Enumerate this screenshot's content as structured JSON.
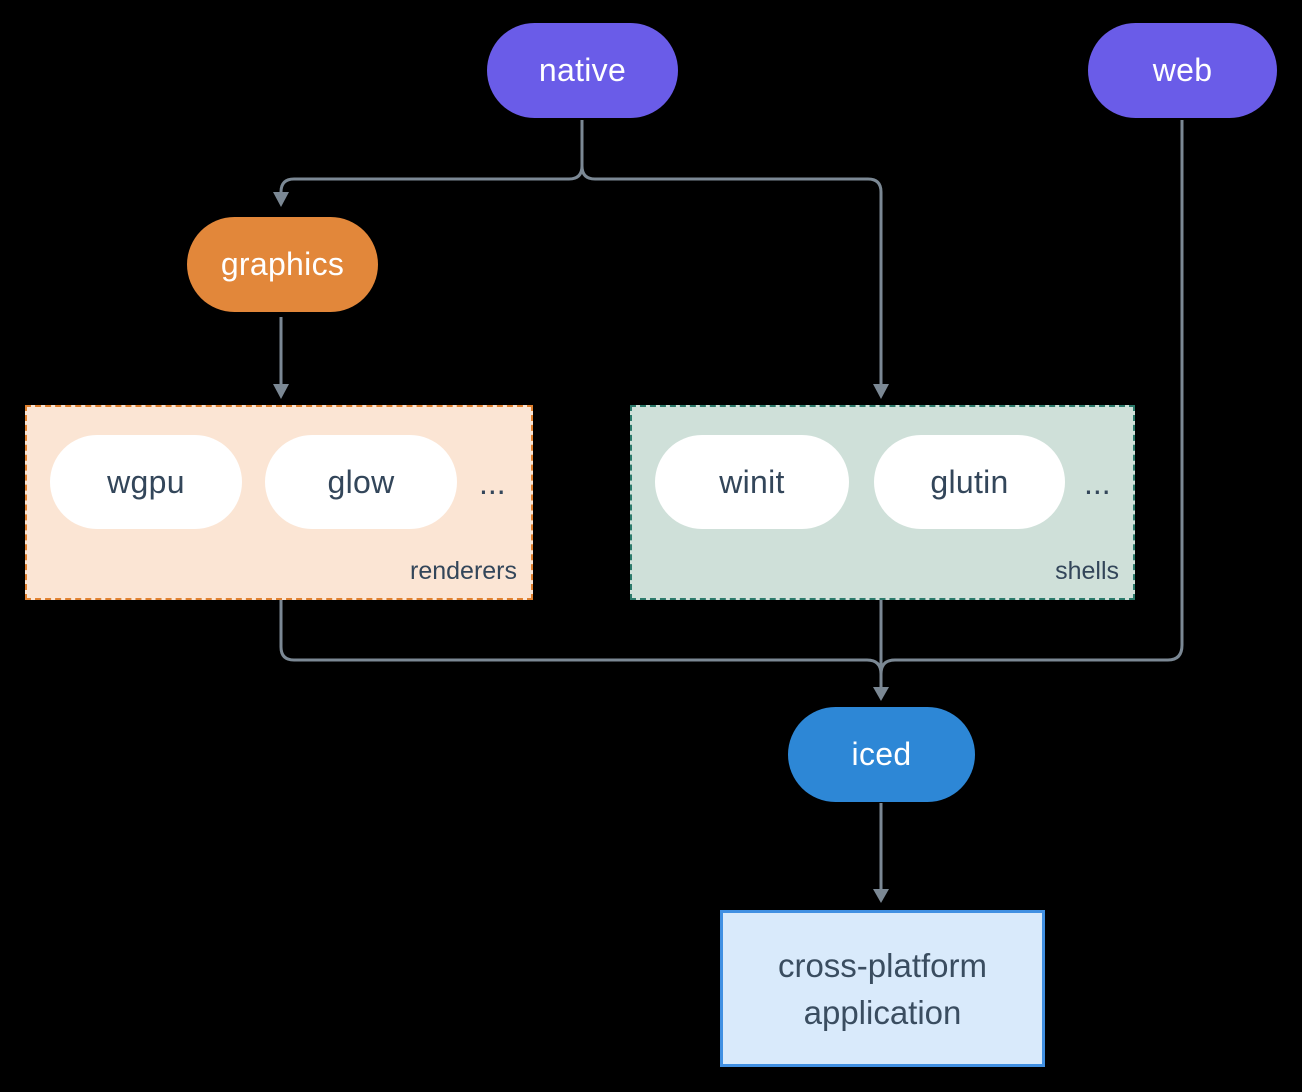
{
  "colors": {
    "bg": "#000000",
    "line": "#7b8894",
    "purple": "#6a5ce8",
    "orange": "#e2873a",
    "blue": "#2d87d6",
    "pill-bg": "#ffffff",
    "dark-text": "#33465a",
    "renderers-bg": "#fbe5d4",
    "renderers-border": "#e0812f",
    "shells-bg": "#cfe0d9",
    "shells-border": "#2c7a6b",
    "app-bg": "#d9eafb",
    "app-border": "#4190e2",
    "app-text": "#3a4d60"
  },
  "nodes": {
    "native": {
      "label": "native"
    },
    "web": {
      "label": "web"
    },
    "graphics": {
      "label": "graphics"
    },
    "iced": {
      "label": "iced"
    },
    "app": {
      "line1": "cross-platform",
      "line2": "application"
    }
  },
  "groups": {
    "renderers": {
      "label": "renderers",
      "items": [
        "wgpu",
        "glow"
      ],
      "ellipsis": "..."
    },
    "shells": {
      "label": "shells",
      "items": [
        "winit",
        "glutin"
      ],
      "ellipsis": "..."
    }
  },
  "edges": [
    {
      "from": "native",
      "to": "graphics"
    },
    {
      "from": "native",
      "to": "shells"
    },
    {
      "from": "graphics",
      "to": "renderers"
    },
    {
      "from": "renderers",
      "to": "iced"
    },
    {
      "from": "shells",
      "to": "iced"
    },
    {
      "from": "web",
      "to": "iced"
    },
    {
      "from": "iced",
      "to": "app"
    }
  ]
}
